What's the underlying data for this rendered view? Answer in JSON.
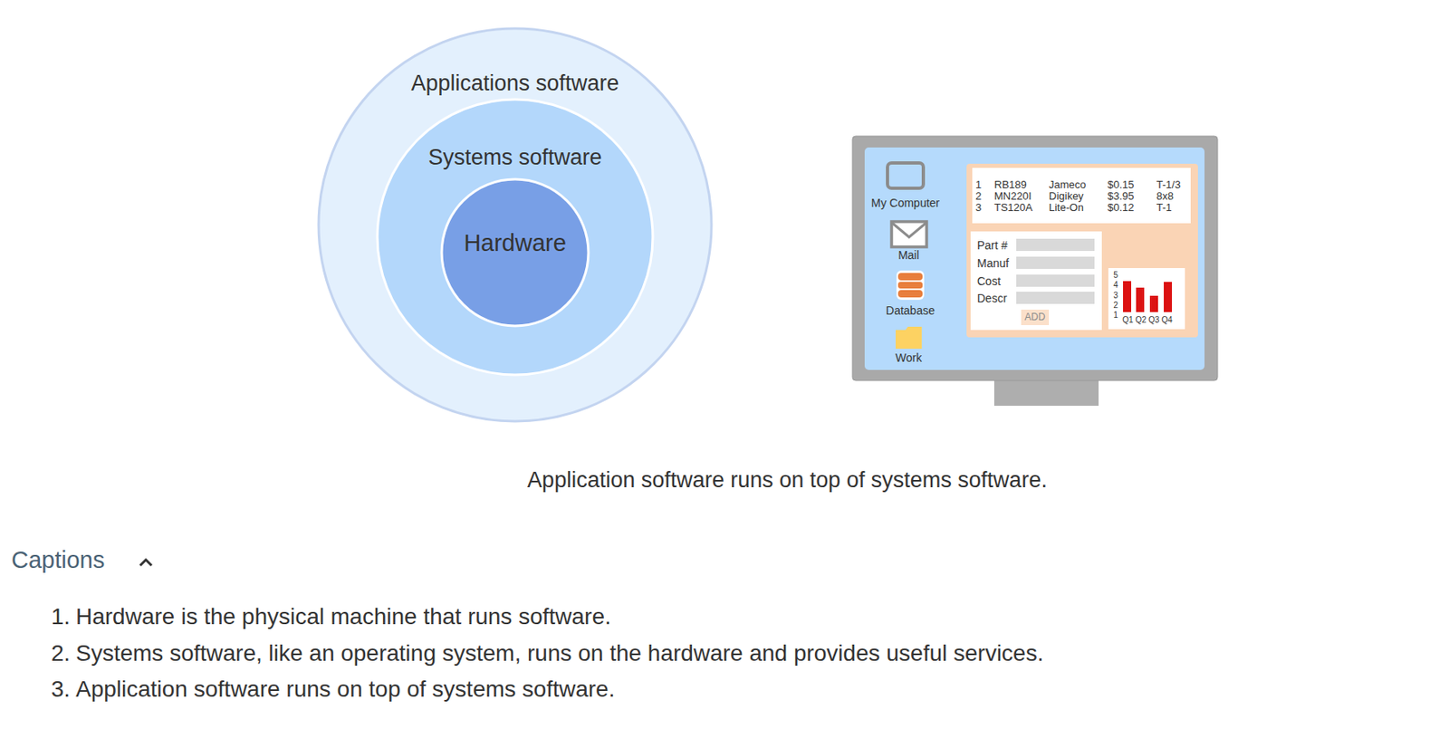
{
  "diagram": {
    "caption": "Application software runs on top of systems software.",
    "nodes": [
      {
        "text": [
          "Applications software"
        ]
      },
      {
        "text": [
          "Systems software"
        ],
        "in": 0
      },
      {
        "text": [
          "Hardware"
        ],
        "in": 1
      }
    ],
    "labels": [
      "My Computer",
      "Mail",
      "Database",
      "Work",
      "1",
      "RB189",
      "Jameco",
      "$0.15",
      "T-1/3",
      "2",
      "MN220I",
      "Digikey",
      "$3.95",
      "8x8",
      "3",
      "TS120A",
      "Lite-On",
      "$0.12",
      "T-1",
      "Part #",
      "Manuf",
      "Cost",
      "Descr",
      "ADD",
      "5",
      "4",
      "3",
      "2",
      "1",
      "Q1",
      "Q2",
      "Q3",
      "Q4",
      "Captions",
      "1.",
      "Hardware is the physical machine that runs software.",
      "2.",
      "Systems software, like an operating system, runs on the hardware and provides useful services.",
      "3.",
      "Application software runs on top of systems software."
    ]
  }
}
